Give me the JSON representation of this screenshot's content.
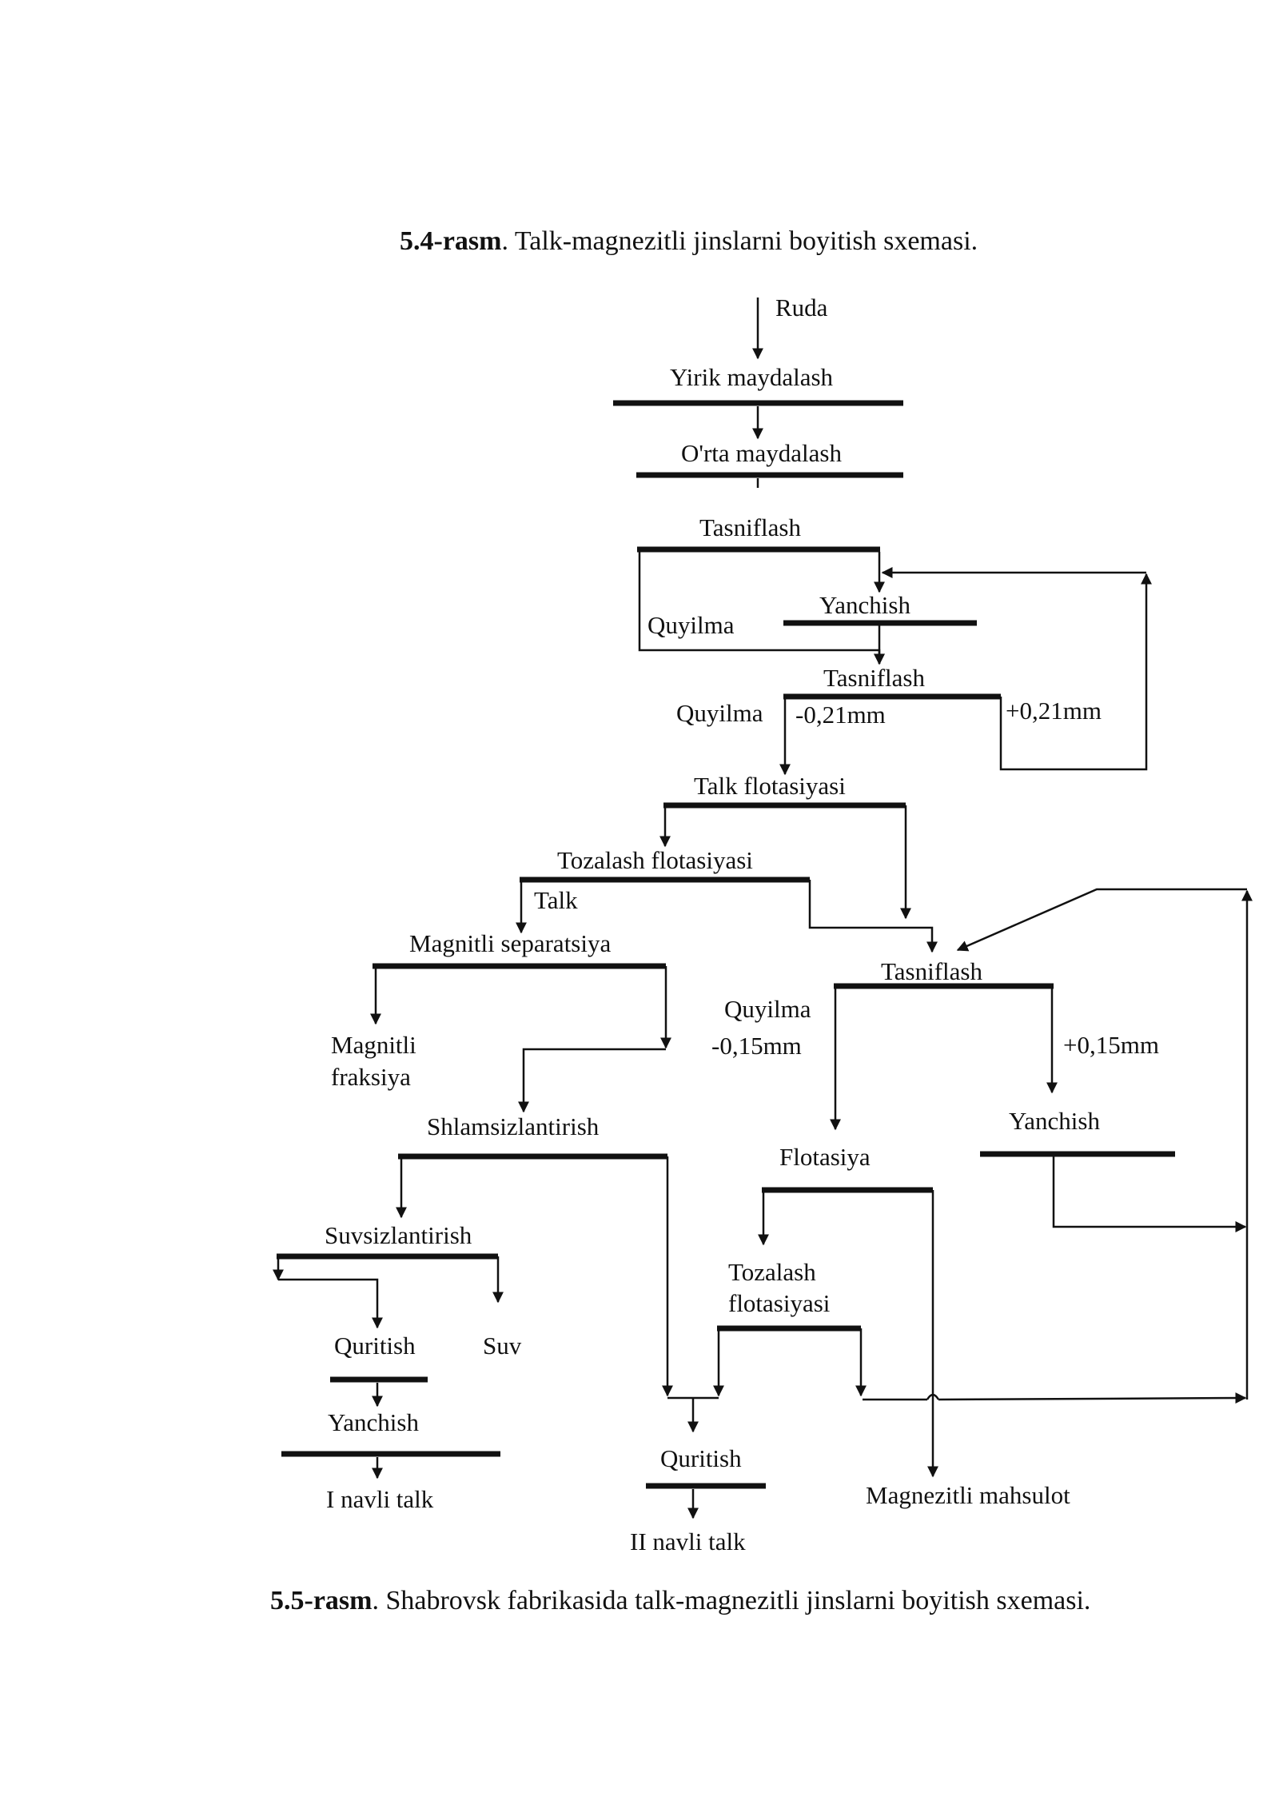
{
  "caption_top": {
    "label": "5.4-rasm",
    "text": ". Talk-magnezitli jinslarni boyitish sxemasi."
  },
  "caption_bottom": {
    "label": "5.5-rasm",
    "text": ". Shabrovsk fabrikasida talk-magnezitli jinslarni boyitish sxemasi."
  },
  "diagram": {
    "ruda": "Ruda",
    "yirik_maydalash": "Yirik maydalash",
    "orta_maydalash": "O'rta maydalash",
    "tasniflash_1": "Tasniflash",
    "quyilma_1": "Quyilma",
    "yanchish_1": "Yanchish",
    "tasniflash_2": "Tasniflash",
    "quyilma_2": "Quyilma",
    "minus_021": "-0,21mm",
    "plus_021": "+0,21mm",
    "talk_flotatsiyasi": "Talk flotasiyasi",
    "tozalash_flotatsiyasi_1": "Tozalash flotasiyasi",
    "talk": "Talk",
    "magnitli_separatsiya": "Magnitli separatsiya",
    "tasniflash_3": "Tasniflash",
    "quyilma_3": "Quyilma",
    "minus_015": "-0,15mm",
    "plus_015": "+0,15mm",
    "magnitli_fraksiya_1": "Magnitli",
    "magnitli_fraksiya_2": "fraksiya",
    "shlamsizlantirish": "Shlamsizlantirish",
    "yanchish_2": "Yanchish",
    "flotatsiya": "Flotasiya",
    "suvsizlantirish": "Suvsizlantirish",
    "tozalash_flotatsiyasi_2a": "Tozalash",
    "tozalash_flotatsiyasi_2b": "flotasiyasi",
    "quritish_1": "Quritish",
    "suv": "Suv",
    "yanchish_3": "Yanchish",
    "i_navli_talk": "I navli talk",
    "quritish_2": "Quritish",
    "magnezitli_mahsulot": "Magnezitli mahsulot",
    "ii_navli_talk": "II navli talk"
  }
}
